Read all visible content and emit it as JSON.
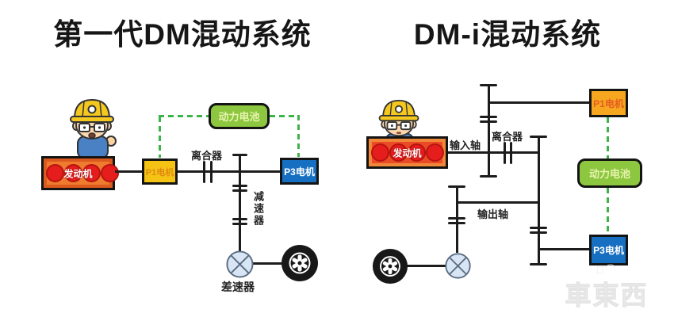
{
  "left_panel": {
    "title": "第一代DM混动系统",
    "engine": "发动机",
    "p1_motor": "P1电机",
    "p3_motor": "P3电机",
    "battery": "动力电池",
    "clutch": "离合器",
    "reducer": "减速器",
    "differential": "差速器"
  },
  "right_panel": {
    "title": "DM-i混动系统",
    "engine": "发动机",
    "p1_motor": "P1电机",
    "p3_motor": "P3电机",
    "battery": "动力电池",
    "clutch": "离合器",
    "input_shaft": "输入轴",
    "output_shaft": "输出轴"
  },
  "watermark": "車東西",
  "colors": {
    "engine_orange": "#ef7b2f",
    "engine_red": "#ea4a26",
    "engine_cylinder_red": "#e51d1d",
    "p1_yellow": "#f4c313",
    "p1_orange": "#f6a71f",
    "p3_blue": "#176fc1",
    "battery_green": "#8dc63f",
    "battery_link_green": "#3bb54a",
    "shaft_black": "#1c1c1c",
    "differential_fill": "#d8e5f5"
  }
}
